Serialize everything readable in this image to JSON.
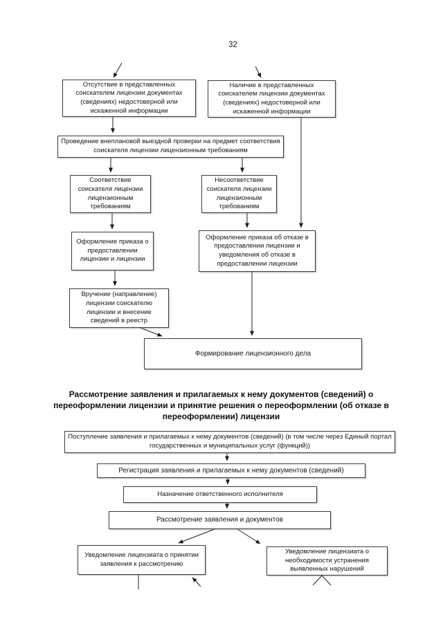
{
  "page_number": "32",
  "colors": {
    "ink": "#1a1a1a",
    "paper": "#ffffff"
  },
  "flow1": {
    "absence": "Отсутствие в представленных соискателем лицензии документах (сведениях) недостоверной или искаженной информации",
    "presence": "Наличие в представленных соискателем лицензии документах (сведениях) недостоверной или искаженной информации",
    "inspection": "Проведение внеплановой выездной проверки на предмет соответствия соискателя лицензии лицензионным требованиям",
    "compliance": "Соответствие соискателя лицензии лицензионным требованиям",
    "noncompliance": "Несоответствие соискателя лицензии лицензионным требованиям",
    "order_grant": "Оформление приказа о предоставлении лицензии и лицензии",
    "order_refuse": "Оформление приказа об отказе в предоставлении лицензии и уведомления об отказе в предоставлении лицензии",
    "delivery": "Вручение (направление) лицензии соискателю лицензии и внесение сведений в реестр",
    "file": "Формирование лицензионного дела"
  },
  "flow2": {
    "heading": "Рассмотрение заявления и прилагаемых к нему документов (сведений) о переоформлении лицензии и принятие решения о переоформлении (об отказе в переоформлении) лицензии",
    "receipt": "Поступление заявления и прилагаемых к нему документов (сведений) (в том числе через Единый портал государственных и муниципальных услуг (функций))",
    "registration": "Регистрация заявления и прилагаемых к нему документов (сведений)",
    "assignment": "Назначение ответственного исполнителя",
    "review": "Рассмотрение заявления и документов",
    "notice_accept": "Уведомление лицензиата о принятии заявления к рассмотрению",
    "notice_violations": "Уведомление лицензиата о необходимости устранения выявленных нарушений"
  }
}
